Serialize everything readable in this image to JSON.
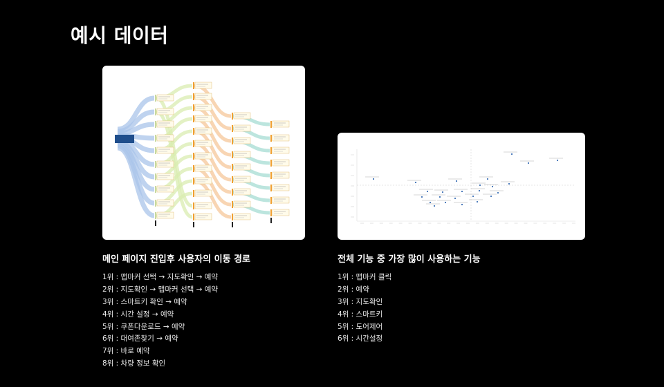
{
  "page": {
    "title": "예시 데이터"
  },
  "left": {
    "heading": "메인 페이지 진입후 사용자의 이동 경로",
    "items": [
      "1위 : 맵마커 선택 → 지도확인 → 예약",
      "2위 : 지도확인 → 맵마커 선택 → 예약",
      "3위 : 스마트키 확인 → 예약",
      "4위 : 시간 설정 → 예약",
      "5위 : 쿠폰다운로드 → 예약",
      "6위 : 대여존찾기 → 예약",
      "7위 : 바로 예약",
      "8위 : 차량 정보 확인"
    ]
  },
  "right": {
    "heading": "전체 기능 중 가장 많이 사용하는 기능",
    "items": [
      "1위 : 맵마커 클릭",
      "2위 : 예약",
      "3위 : 지도확인",
      "4위 : 스마트키",
      "5위 : 도어제어",
      "6위 : 시간설정"
    ]
  },
  "colors": {
    "background": "#000000",
    "sankey_source": "#1f4e8c",
    "flow_blue": "#a9c4ea",
    "flow_green": "#d9ecb0",
    "flow_orange": "#f6c79a",
    "flow_teal": "#a6dcd3",
    "node_orange": "#f0a030",
    "scatter_point": "#3b6fb6"
  }
}
